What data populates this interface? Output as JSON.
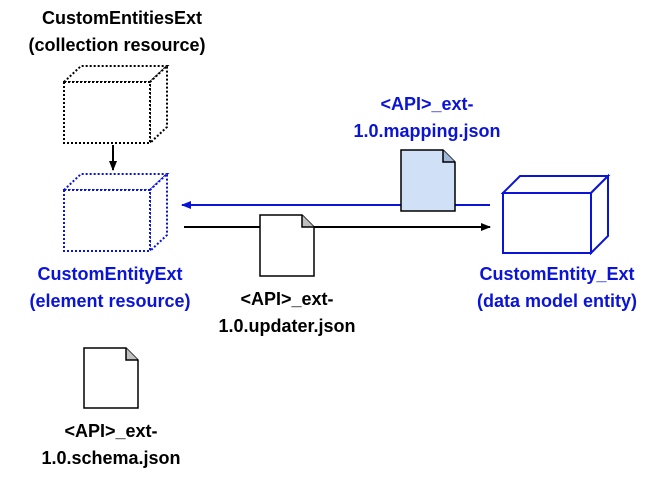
{
  "colors": {
    "black": "#000000",
    "blue": "#0a14d8",
    "mapping_doc_fill": "#cfe0f7"
  },
  "collection_resource": {
    "line1": "CustomEntitiesExt",
    "line2": "(collection resource)"
  },
  "element_resource": {
    "line1": "CustomEntityExt",
    "line2": "(element resource)"
  },
  "data_model_entity": {
    "line1": "CustomEntity_Ext",
    "line2": "(data model entity)"
  },
  "mapping_file": {
    "line1": "<API>_ext-",
    "line2": "1.0.mapping.json"
  },
  "updater_file": {
    "line1": "<API>_ext-",
    "line2": "1.0.updater.json"
  },
  "schema_file": {
    "line1": "<API>_ext-",
    "line2": "1.0.schema.json"
  }
}
